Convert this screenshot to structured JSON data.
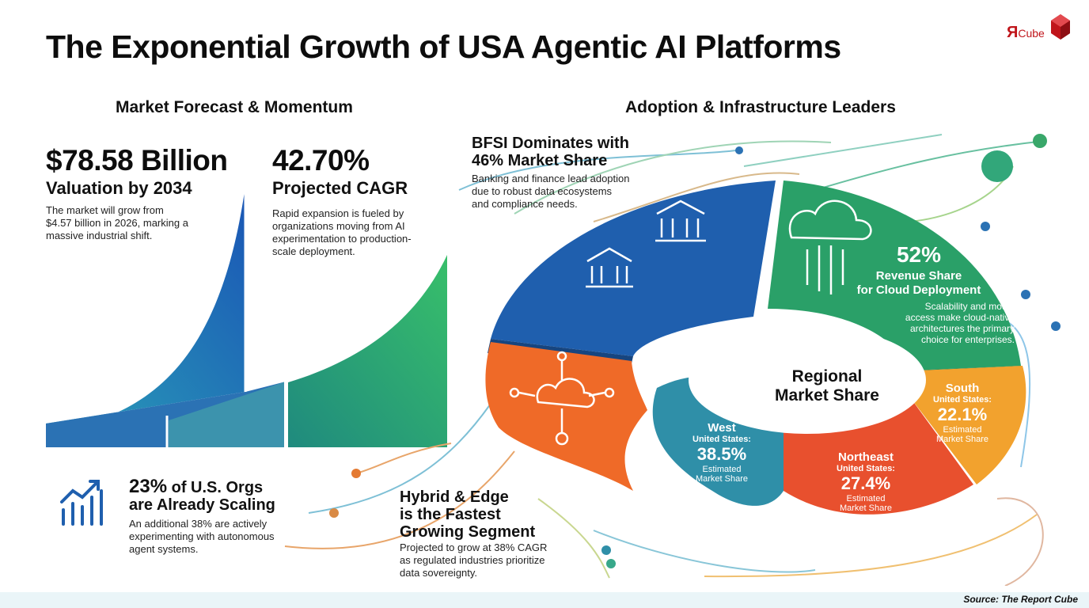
{
  "title": "The Exponential Growth of USA Agentic AI Platforms",
  "logo": {
    "mark": "Я",
    "word": "Cube",
    "color": "#c0151b"
  },
  "left": {
    "heading": "Market Forecast & Momentum",
    "valuation": {
      "value": "$78.58 Billion",
      "label": "Valuation by 2034",
      "text": [
        "The market will grow from",
        "$4.57 billion in 2026, marking a",
        "massive industrial shift."
      ]
    },
    "cagr": {
      "value": "42.70%",
      "label": "Projected CAGR",
      "text": [
        "Rapid expansion is fueled by",
        "organizations moving from AI",
        "experimentation to production-",
        "scale deployment."
      ]
    },
    "scaling": {
      "pct": "23%",
      "title_rest": " of U.S. Orgs",
      "title_line2": "are Already Scaling",
      "text": [
        "An additional 38% are actively",
        "experimenting with autonomous",
        "agent systems."
      ],
      "icon": "growth-chart-icon"
    }
  },
  "right": {
    "heading": "Adoption & Infrastructure Leaders",
    "bfsi": {
      "title": [
        "BFSI Dominates with",
        "46% Market Share"
      ],
      "text": [
        "Banking and finance lead adoption",
        "due to robust data ecosystems",
        "and compliance needs."
      ],
      "color": "#1f5fae"
    },
    "cloud": {
      "value": "52%",
      "label": [
        "Revenue Share",
        "for Cloud Deployment"
      ],
      "text": [
        "Scalability and model",
        "access make cloud-native",
        "architectures the primary",
        "choice for enterprises."
      ],
      "color": "#2aa068"
    },
    "hybrid": {
      "title": [
        "Hybrid & Edge",
        "is the Fastest",
        "Growing Segment"
      ],
      "text": [
        "Projected to grow at 38% CAGR",
        "as regulated industries prioritize",
        "data sovereignty."
      ],
      "color": "#ef6a28"
    },
    "regional": {
      "center": [
        "Regional",
        "Market Share"
      ],
      "west": {
        "name": "West",
        "country": "United States:",
        "value": "38.5%",
        "note": [
          "Estimated",
          "Market Share"
        ],
        "color": "#2f8fa8"
      },
      "northeast": {
        "name": "Northeast",
        "country": "United States:",
        "value": "27.4%",
        "note": [
          "Estimated",
          "Market Share"
        ],
        "color": "#e8502e"
      },
      "south": {
        "name": "South",
        "country": "United States:",
        "value": "22.1%",
        "note": [
          "Estimated",
          "Market Share"
        ],
        "color": "#f2a22e"
      }
    }
  },
  "source": "Source: The Report Cube"
}
